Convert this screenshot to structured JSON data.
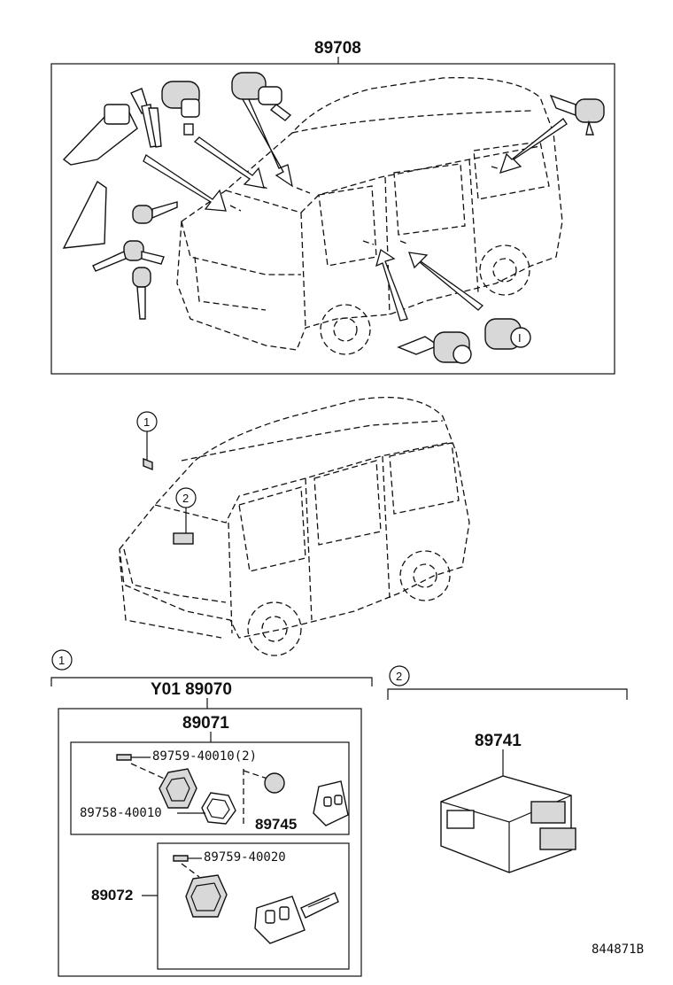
{
  "labels": {
    "top_assembly": "89708",
    "kit_assembly": "Y01 89070",
    "transmitter_assembly": "89071",
    "screw_1": "89759-40010(2)",
    "case_part": "89758-40010",
    "battery_part": "89745",
    "screw_2": "89759-40020",
    "key_assembly": "89072",
    "ecu_part": "89741",
    "drawing_ref": "844871B"
  },
  "callouts": {
    "one": "1",
    "two": "2"
  }
}
